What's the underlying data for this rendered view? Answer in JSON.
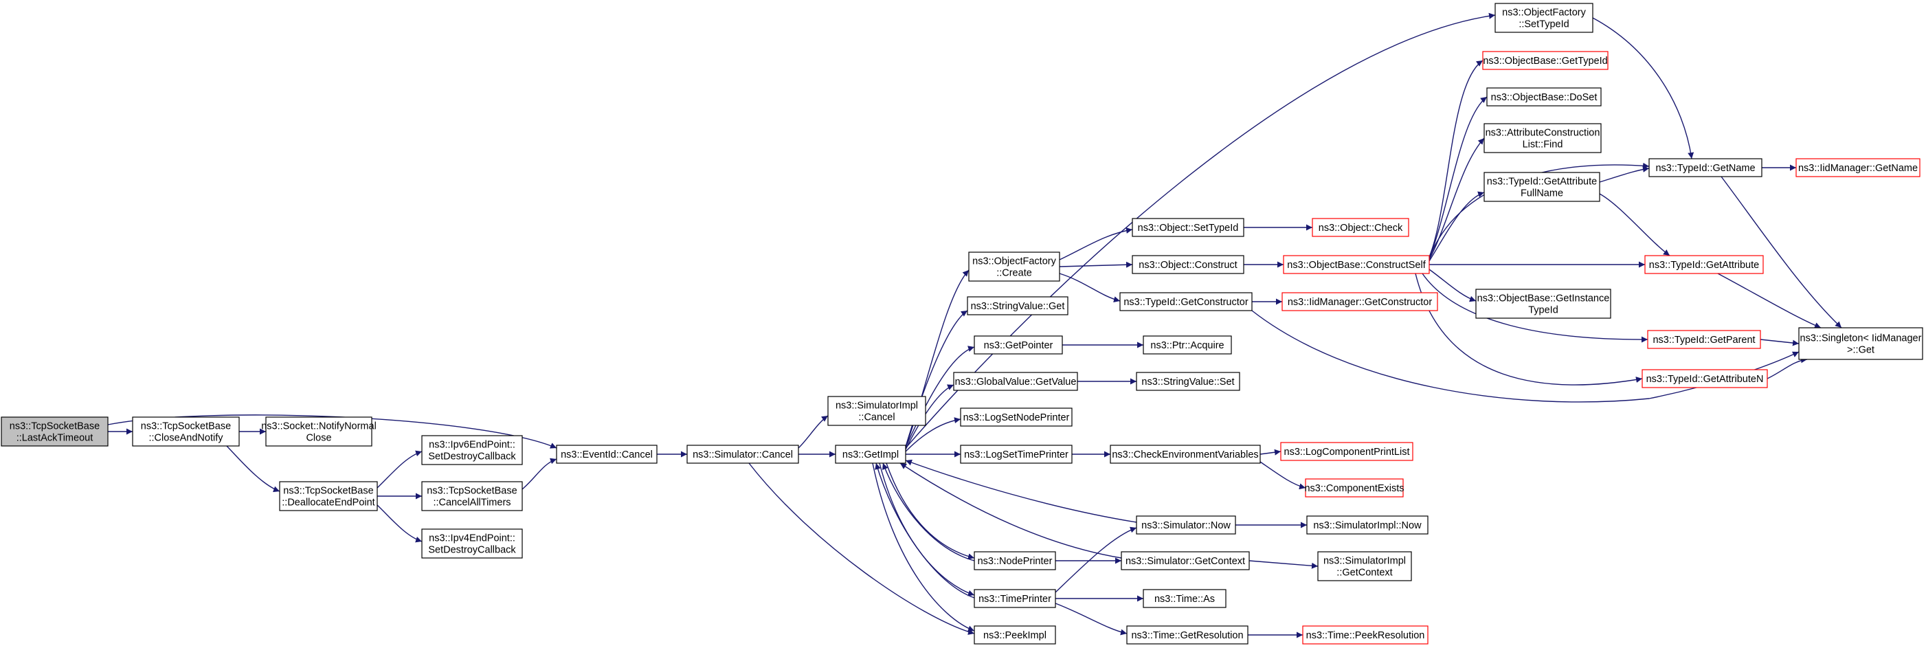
{
  "colors": {
    "edge": "#191970",
    "node_border": "#000000",
    "truncated_border": "#ff0000",
    "root_fill": "#bfbfbf",
    "node_fill": "#ffffff",
    "text": "#000000"
  },
  "nodes": {
    "root": [
      "ns3::TcpSocketBase",
      "::LastAckTimeout"
    ],
    "close_and_notify": [
      "ns3::TcpSocketBase",
      "::CloseAndNotify"
    ],
    "notify_normal_close": [
      "ns3::Socket::NotifyNormal",
      "Close"
    ],
    "deallocate_end_point": [
      "ns3::TcpSocketBase",
      "::DeallocateEndPoint"
    ],
    "ipv6_set_destroy": [
      "ns3::Ipv6EndPoint::",
      "SetDestroyCallback"
    ],
    "cancel_all_timers": [
      "ns3::TcpSocketBase",
      "::CancelAllTimers"
    ],
    "ipv4_set_destroy": [
      "ns3::Ipv4EndPoint::",
      "SetDestroyCallback"
    ],
    "eventid_cancel": [
      "ns3::EventId::Cancel"
    ],
    "simulator_cancel": [
      "ns3::Simulator::Cancel"
    ],
    "simulatorimpl_cancel": [
      "ns3::SimulatorImpl",
      "::Cancel"
    ],
    "getimpl": [
      "ns3::GetImpl"
    ],
    "objectfactory_settypeid": [
      "ns3::ObjectFactory",
      "::SetTypeId"
    ],
    "objectfactory_create": [
      "ns3::ObjectFactory",
      "::Create"
    ],
    "stringvalue_get": [
      "ns3::StringValue::Get"
    ],
    "getpointer": [
      "ns3::GetPointer"
    ],
    "globalvalue_getvalue": [
      "ns3::GlobalValue::GetValue"
    ],
    "logsetnodeprinter": [
      "ns3::LogSetNodePrinter"
    ],
    "logsettimeprinter": [
      "ns3::LogSetTimePrinter"
    ],
    "nodeprinter": [
      "ns3::NodePrinter"
    ],
    "timeprinter": [
      "ns3::TimePrinter"
    ],
    "peekimpl": [
      "ns3::PeekImpl"
    ],
    "object_settypeid": [
      "ns3::Object::SetTypeId"
    ],
    "object_construct": [
      "ns3::Object::Construct"
    ],
    "typeid_getconstructor": [
      "ns3::TypeId::GetConstructor"
    ],
    "ptr_acquire": [
      "ns3::Ptr::Acquire"
    ],
    "stringvalue_set": [
      "ns3::StringValue::Set"
    ],
    "check_env_vars": [
      "ns3::CheckEnvironmentVariables"
    ],
    "simulator_now": [
      "ns3::Simulator::Now"
    ],
    "simulator_getcontext": [
      "ns3::Simulator::GetContext"
    ],
    "time_as": [
      "ns3::Time::As"
    ],
    "time_getresolution": [
      "ns3::Time::GetResolution"
    ],
    "object_check": [
      "ns3::Object::Check"
    ],
    "objectbase_constructself": [
      "ns3::ObjectBase::ConstructSelf"
    ],
    "iidmanager_getconstructor": [
      "ns3::IidManager::GetConstructor"
    ],
    "logcomponentprintlist": [
      "ns3::LogComponentPrintList"
    ],
    "componentexists": [
      "ns3::ComponentExists"
    ],
    "simulatorimpl_now": [
      "ns3::SimulatorImpl::Now"
    ],
    "simulatorimpl_getcontext": [
      "ns3::SimulatorImpl",
      "::GetContext"
    ],
    "time_peekresolution": [
      "ns3::Time::PeekResolution"
    ],
    "objectbase_gettypeid": [
      "ns3::ObjectBase::GetTypeId"
    ],
    "objectbase_doset": [
      "ns3::ObjectBase::DoSet"
    ],
    "attrconstructionlist_find": [
      "ns3::AttributeConstruction",
      "List::Find"
    ],
    "typeid_getattributefullname": [
      "ns3::TypeId::GetAttribute",
      "FullName"
    ],
    "objectbase_getinstancetypeid": [
      "ns3::ObjectBase::GetInstance",
      "TypeId"
    ],
    "typeid_getname": [
      "ns3::TypeId::GetName"
    ],
    "typeid_getattribute": [
      "ns3::TypeId::GetAttribute"
    ],
    "typeid_getparent": [
      "ns3::TypeId::GetParent"
    ],
    "typeid_getattributen": [
      "ns3::TypeId::GetAttributeN"
    ],
    "iidmanager_getname": [
      "ns3::IidManager::GetName"
    ],
    "singleton_get": [
      "ns3::Singleton< IidManager",
      ">::Get"
    ]
  }
}
